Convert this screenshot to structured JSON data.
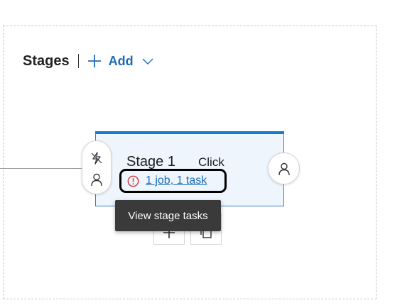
{
  "header": {
    "title": "Stages",
    "add_label": "Add"
  },
  "stage": {
    "name": "Stage 1",
    "click_label": "Click",
    "jobs_link": "1 job, 1 task",
    "status": "error"
  },
  "tooltip": {
    "text": "View stage tasks"
  },
  "icons": {
    "add": "plus-icon",
    "add_menu": "chevron-down-icon",
    "pre_deployment_triggers": "lightning-bolt-icon",
    "pre_deployment_approvals": "person-icon",
    "post_deployment_approvals": "person-icon",
    "error": "error-circle-icon",
    "add_stage": "plus-icon",
    "clone_stage": "copy-icon"
  },
  "colors": {
    "accent": "#1e6bb8",
    "card_top_border": "#1878d4",
    "card_background": "#eef5fc",
    "error": "#d13438",
    "tooltip_background": "#3a3a3a"
  }
}
